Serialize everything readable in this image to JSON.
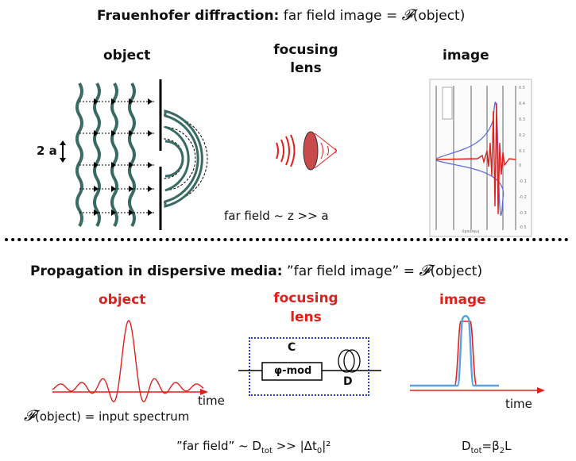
{
  "top": {
    "title_bold": "Frauenhofer diffraction:",
    "title_rest": " far field image = ",
    "fourier_symbol": "𝓕",
    "title_paren": "(object)",
    "object_label": "object",
    "lens_label_1": "focusing",
    "lens_label_2": "lens",
    "image_label": "image",
    "slit_width_label": "2 a",
    "far_field_note": "far field ~ z >> a"
  },
  "bottom": {
    "title_bold": "Propagation in dispersive media:",
    "title_rest": " ”far field image” = ",
    "fourier_symbol": "𝓕",
    "title_paren": "(object)",
    "object_label": "object",
    "lens_label_1": "focusing",
    "lens_label_2": "lens",
    "image_label": "image",
    "mod_label": "φ-mod",
    "c_label": "C",
    "d_label": "D",
    "time_label_left": "time",
    "time_label_right": "time",
    "spectrum_note": "(object) = input spectrum",
    "far_field_prefix": "”far field” ~ D",
    "far_field_sub": "tot",
    "far_field_mid": " >> |Δt",
    "far_field_sub2": "0",
    "far_field_end": "|²",
    "dtot_prefix": "D",
    "dtot_sub": "tot",
    "dtot_mid": "=β",
    "dtot_sub2": "2",
    "dtot_end": "L"
  },
  "colors": {
    "accent_red": "#e0201a",
    "frame_blue": "#1f3fd6",
    "wave_green": "#3a6b63",
    "pulse_blue": "#5aa0e6"
  }
}
